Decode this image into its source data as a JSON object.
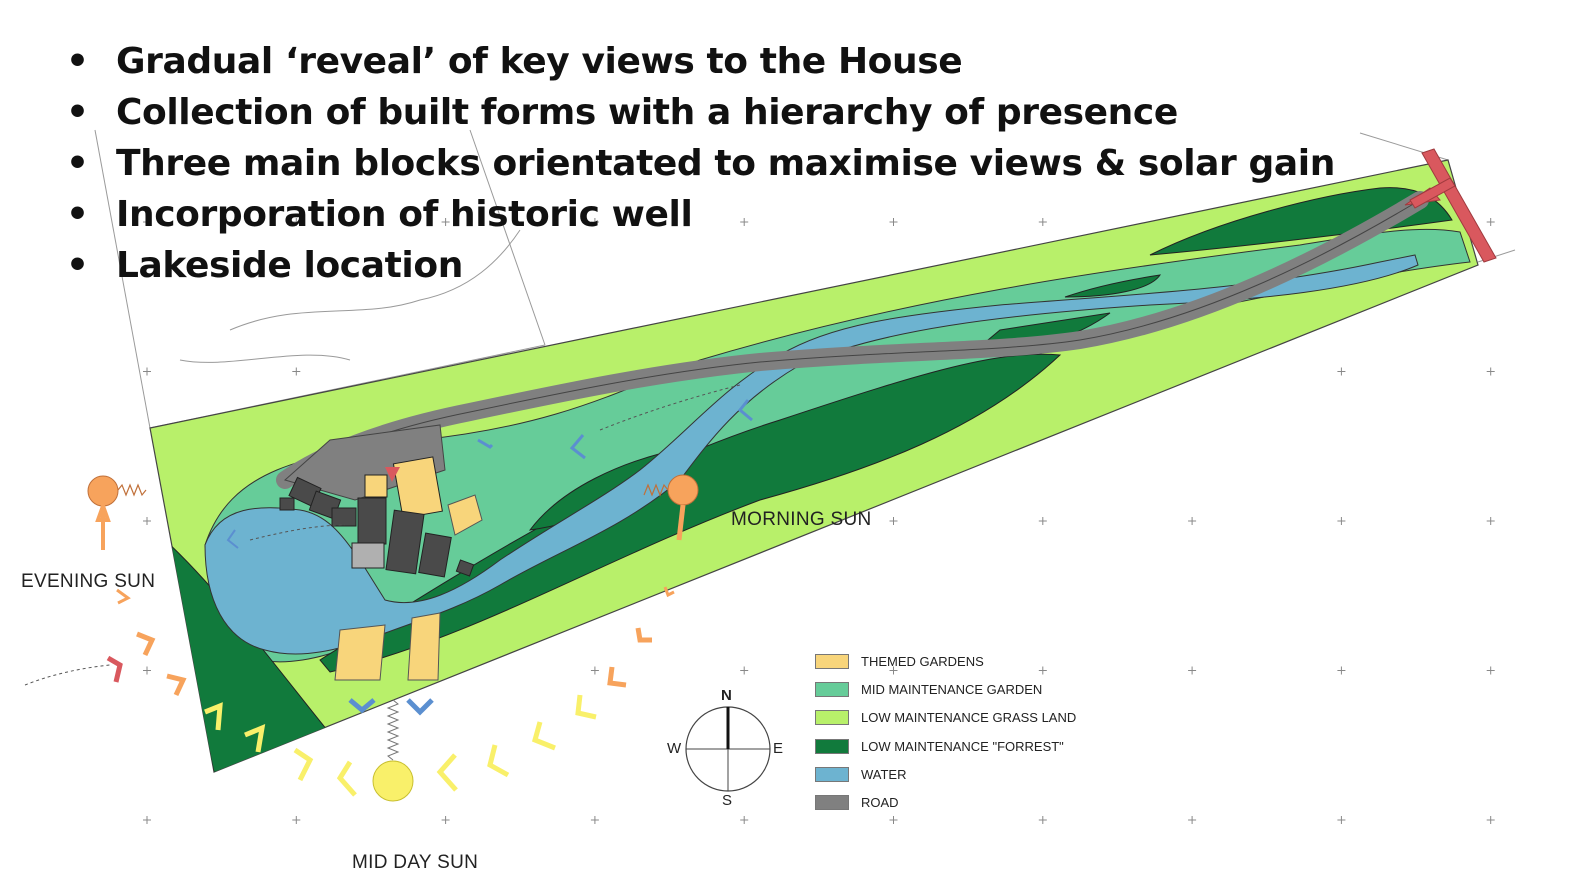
{
  "bullets": [
    "Gradual ‘reveal’ of key views to the House",
    "Collection of built forms with a hierarchy of presence",
    "Three main blocks orientated to maximise views & solar gain",
    "Incorporation of historic well",
    "Lakeside location"
  ],
  "bullet_symbol": "•",
  "sun_labels": {
    "evening": "EVENING SUN",
    "morning": "MORNING SUN",
    "midday": "MID DAY SUN"
  },
  "legend": [
    {
      "label": "THEMED GARDENS",
      "color": "#f8d57b"
    },
    {
      "label": "MID MAINTENANCE GARDEN",
      "color": "#66cc99"
    },
    {
      "label": "LOW MAINTENANCE GRASS LAND",
      "color": "#b8f06a"
    },
    {
      "label": "LOW MAINTENANCE \"FORREST\"",
      "color": "#117a3c"
    },
    {
      "label": "WATER",
      "color": "#6db3d0"
    },
    {
      "label": "ROAD",
      "color": "#808080"
    }
  ],
  "compass": {
    "n": "N",
    "s": "S",
    "e": "E",
    "w": "W"
  },
  "colors": {
    "grass": "#b8f06a",
    "mid_garden": "#66cc99",
    "forest": "#117a3c",
    "water": "#6db3d0",
    "road": "#808080",
    "themed": "#f8d57b",
    "building": "#4a4a4a",
    "sun": "#f7a35c",
    "midday_sun": "#f9f06a",
    "entrance": "#d9585e"
  }
}
